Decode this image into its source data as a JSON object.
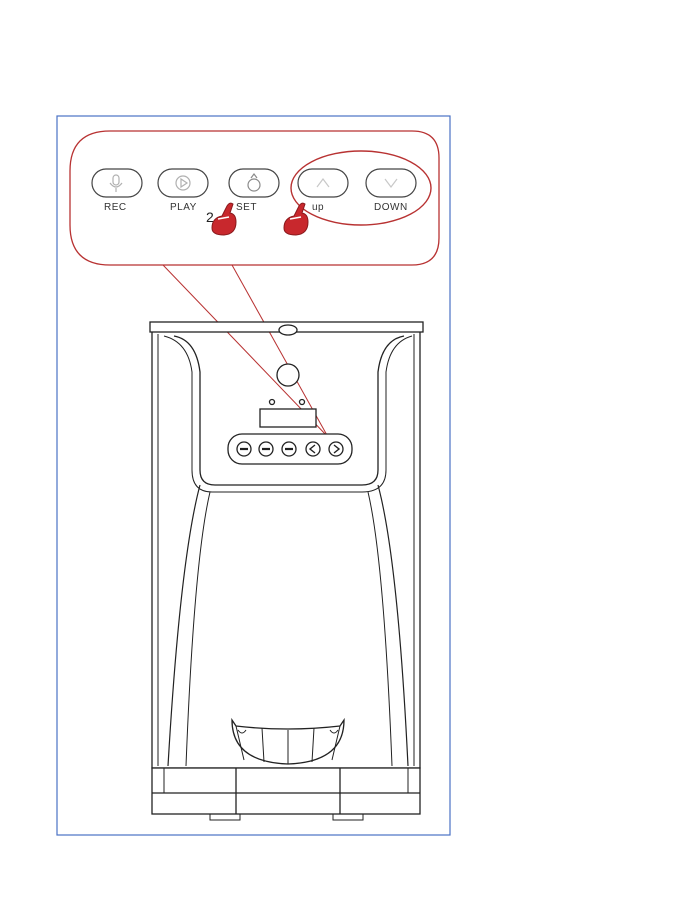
{
  "colors": {
    "frame": "#4a72c4",
    "highlight": "#b83232",
    "pointer_fill": "#c8282d",
    "line": "#222222"
  },
  "buttons": [
    {
      "label": "REC",
      "icon": "microphone-icon"
    },
    {
      "label": "PLAY",
      "icon": "play-icon"
    },
    {
      "label": "SET",
      "icon": "set-icon"
    },
    {
      "label": "up",
      "icon": "up-arrow-icon"
    },
    {
      "label": "DOWN",
      "icon": "down-arrow-icon"
    }
  ],
  "steps": [
    {
      "label": "2"
    }
  ]
}
